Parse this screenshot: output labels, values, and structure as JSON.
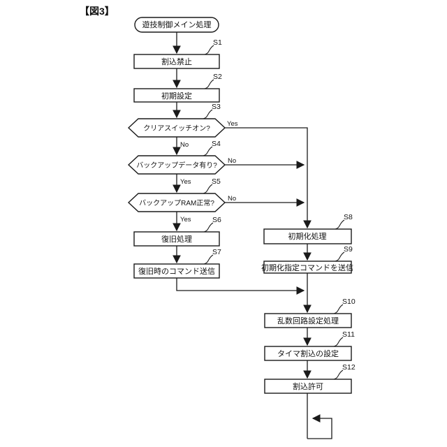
{
  "figure_label": "【図3】",
  "colors": {
    "line": "#1a1a1a",
    "background": "#ffffff"
  },
  "branch": {
    "yes": "Yes",
    "no": "No"
  },
  "start": {
    "label": "遊技制御メイン処理"
  },
  "steps": {
    "s1": {
      "id": "S1",
      "label": "割込禁止",
      "type": "process"
    },
    "s2": {
      "id": "S2",
      "label": "初期設定",
      "type": "process"
    },
    "s3": {
      "id": "S3",
      "label": "クリアスイッチオン?",
      "type": "decision"
    },
    "s4": {
      "id": "S4",
      "label": "バックアップデータ有り?",
      "type": "decision"
    },
    "s5": {
      "id": "S5",
      "label": "バックアップRAM正常?",
      "type": "decision"
    },
    "s6": {
      "id": "S6",
      "label": "復旧処理",
      "type": "process"
    },
    "s7": {
      "id": "S7",
      "label": "復旧時のコマンド送信",
      "type": "process"
    },
    "s8": {
      "id": "S8",
      "label": "初期化処理",
      "type": "process"
    },
    "s9": {
      "id": "S9",
      "label": "初期化指定コマンドを送信",
      "type": "process"
    },
    "s10": {
      "id": "S10",
      "label": "乱数回路設定処理",
      "type": "process"
    },
    "s11": {
      "id": "S11",
      "label": "タイマ割込の設定",
      "type": "process"
    },
    "s12": {
      "id": "S12",
      "label": "割込許可",
      "type": "process"
    }
  }
}
